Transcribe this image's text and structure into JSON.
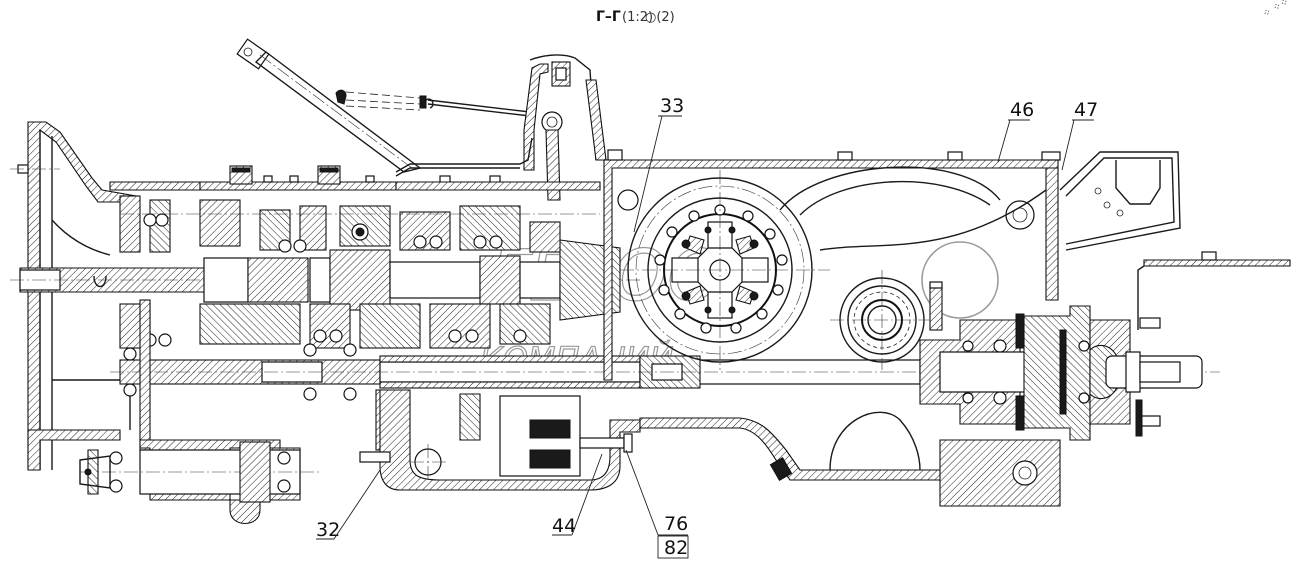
{
  "drawing": {
    "section_label": "Г–Г",
    "section_scale": "(1:2)",
    "section_marks": "○(2)",
    "corner_mark": "⁘ ⁘⁘",
    "watermark": {
      "top": "ГЕГОО",
      "bottom": "КОМПАНИЙ"
    }
  },
  "callouts": [
    {
      "id": "33",
      "label": "33"
    },
    {
      "id": "46",
      "label": "46"
    },
    {
      "id": "47",
      "label": "47"
    },
    {
      "id": "32",
      "label": "32"
    },
    {
      "id": "44",
      "label": "44"
    },
    {
      "id": "76",
      "label": "76"
    },
    {
      "id": "82",
      "label": "82"
    }
  ]
}
